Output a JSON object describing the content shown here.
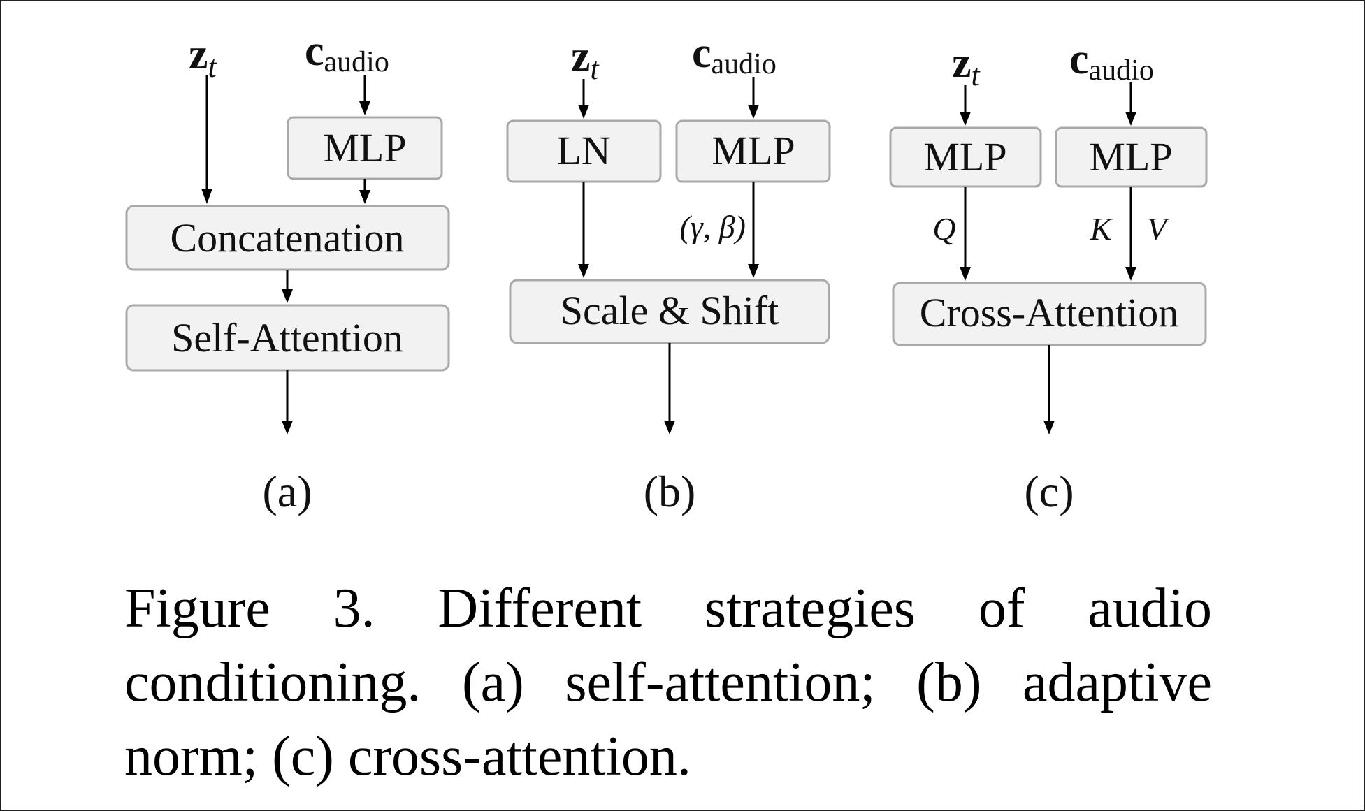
{
  "panels": [
    {
      "id": "a",
      "label": "(a)",
      "inputs": {
        "z": "z",
        "z_sub": "t",
        "c": "c",
        "c_sub": "audio"
      },
      "boxes": {
        "mlp": "MLP",
        "concat": "Concatenation",
        "self_attention": "Self-Attention"
      }
    },
    {
      "id": "b",
      "label": "(b)",
      "inputs": {
        "z": "z",
        "z_sub": "t",
        "c": "c",
        "c_sub": "audio"
      },
      "boxes": {
        "ln": "LN",
        "mlp": "MLP",
        "scale_shift": "Scale & Shift"
      },
      "edge_labels": {
        "gamma_beta": "(γ, β)"
      }
    },
    {
      "id": "c",
      "label": "(c)",
      "inputs": {
        "z": "z",
        "z_sub": "t",
        "c": "c",
        "c_sub": "audio"
      },
      "boxes": {
        "mlp_left": "MLP",
        "mlp_right": "MLP",
        "cross_attention": "Cross-Attention"
      },
      "edge_labels": {
        "q": "Q",
        "k": "K",
        "v": "V"
      }
    }
  ],
  "caption": "Figure 3.  Different strategies of audio conditioning.  (a) self-attention; (b) adaptive norm; (c) cross-attention."
}
